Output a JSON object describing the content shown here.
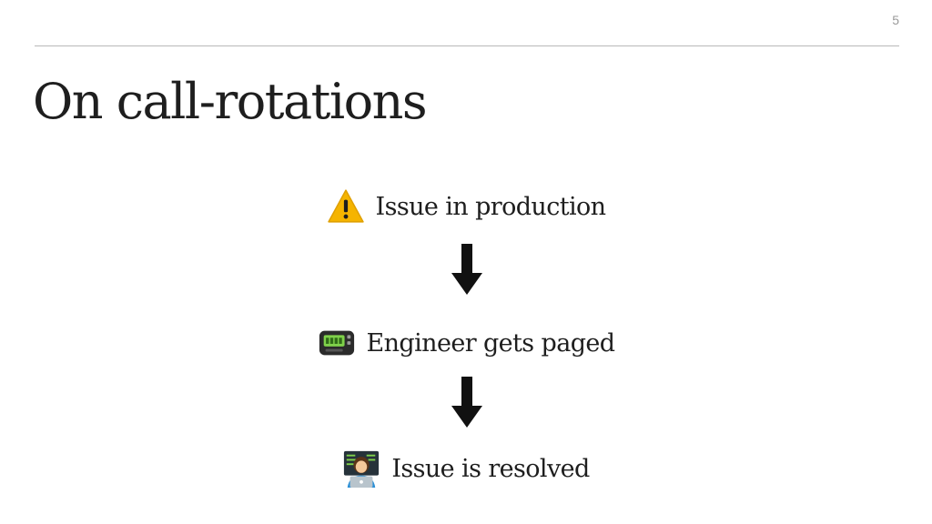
{
  "slide": {
    "number": "5",
    "title": "On call-rotations"
  },
  "flow": {
    "steps": [
      {
        "icon": "warning-icon",
        "label": "Issue in production"
      },
      {
        "icon": "pager-icon",
        "label": "Engineer gets paged"
      },
      {
        "icon": "technologist-icon",
        "label": "Issue is resolved"
      }
    ],
    "arrows": [
      {
        "icon": "down-arrow-icon"
      },
      {
        "icon": "down-arrow-icon"
      }
    ]
  },
  "colors": {
    "text": "#1e1e1e",
    "rule": "#b8b8b8",
    "slide_number": "#9a9a9a",
    "warning": "#f5b400",
    "pager_screen": "#7fd14a"
  }
}
